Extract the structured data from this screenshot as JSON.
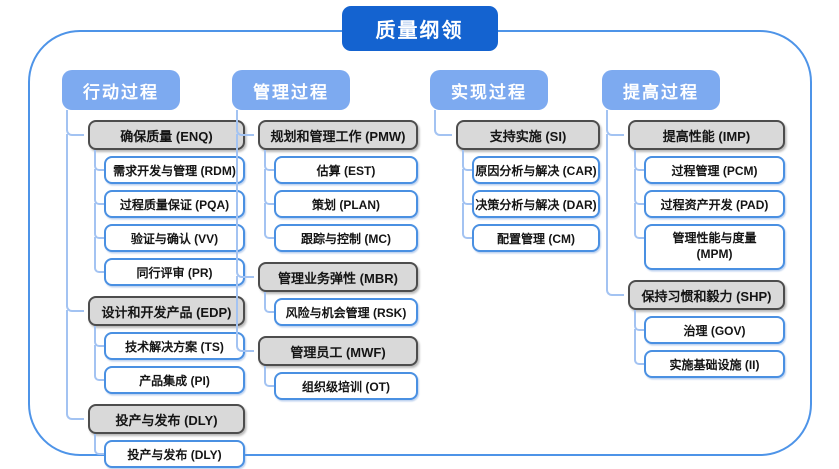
{
  "title": "质量纲领",
  "colors": {
    "title_bg": "#1463d0",
    "column_header_bg": "#7daaf0",
    "group_box_fill": "#d9d9d9",
    "group_box_border": "#4d4d4d",
    "leaf_box_border": "#4a90e2",
    "connector_line": "#a3c3f2",
    "frame_border": "#4e94e8"
  },
  "columns": [
    {
      "header": "行动过程",
      "groups": [
        {
          "label": "确保质量 (ENQ)",
          "children": [
            "需求开发与管理 (RDM)",
            "过程质量保证 (PQA)",
            "验证与确认 (VV)",
            "同行评审 (PR)"
          ]
        },
        {
          "label": "设计和开发产品 (EDP)",
          "children": [
            "技术解决方案 (TS)",
            "产品集成 (PI)"
          ]
        },
        {
          "label": "投产与发布 (DLY)",
          "children": [
            "投产与发布 (DLY)"
          ]
        }
      ]
    },
    {
      "header": "管理过程",
      "groups": [
        {
          "label": "规划和管理工作 (PMW)",
          "children": [
            "估算 (EST)",
            "策划 (PLAN)",
            "跟踪与控制 (MC)"
          ]
        },
        {
          "label": "管理业务弹性 (MBR)",
          "children": [
            "风险与机会管理 (RSK)"
          ]
        },
        {
          "label": "管理员工 (MWF)",
          "children": [
            "组织级培训 (OT)"
          ]
        }
      ]
    },
    {
      "header": "实现过程",
      "groups": [
        {
          "label": "支持实施 (SI)",
          "children": [
            "原因分析与解决 (CAR)",
            "决策分析与解决 (DAR)",
            "配置管理 (CM)"
          ]
        }
      ]
    },
    {
      "header": "提高过程",
      "groups": [
        {
          "label": "提高性能 (IMP)",
          "children": [
            "过程管理 (PCM)",
            "过程资产开发 (PAD)",
            "管理性能与度量 (MPM)"
          ]
        },
        {
          "label": "保持习惯和毅力 (SHP)",
          "children": [
            "治理 (GOV)",
            "实施基础设施 (II)"
          ]
        }
      ]
    }
  ]
}
